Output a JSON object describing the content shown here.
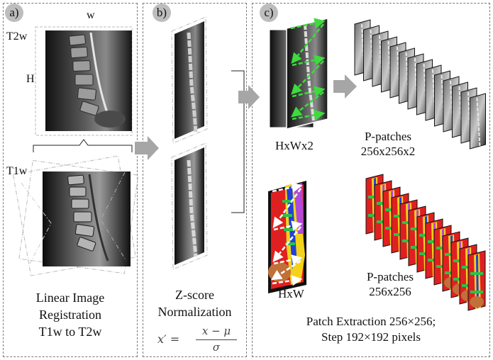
{
  "panels": {
    "a": {
      "badge": "a)",
      "width_label": "w",
      "t2w_label": "T2w",
      "height_label": "H",
      "t1w_label": "T1w",
      "caption_line1": "Linear Image",
      "caption_line2": "Registration",
      "caption_line3": "T1w to T2w"
    },
    "b": {
      "badge": "b)",
      "caption_line1": "Z-score",
      "caption_line2": "Normalization",
      "formula_lhs": "x′ =",
      "formula_numerator": "x − μ",
      "formula_denominator": "σ"
    },
    "c": {
      "badge": "c)",
      "stack_label": "HxWx2",
      "patches_top_line1": "P-patches",
      "patches_top_line2": "256x256x2",
      "mask_label": "HxW",
      "patches_bottom_line1": "P-patches",
      "patches_bottom_line2": "256x256",
      "caption_line1": "Patch Extraction 256×256;",
      "caption_line2": "Step 192×192 pixels"
    }
  },
  "colors": {
    "panel_border": "#7a7a7a",
    "badge_fill": "#bdbdbd",
    "flow_arrow": "#a6a6a6",
    "patch_arrow_green": "#3ddc3d",
    "patch_arrow_white": "#ffffff",
    "seg_red": "#e02020",
    "seg_yellow": "#f2d21b",
    "seg_purple": "#b04ad8",
    "seg_blue": "#2440d8",
    "seg_green": "#27c44a",
    "seg_brown": "#c07038"
  }
}
